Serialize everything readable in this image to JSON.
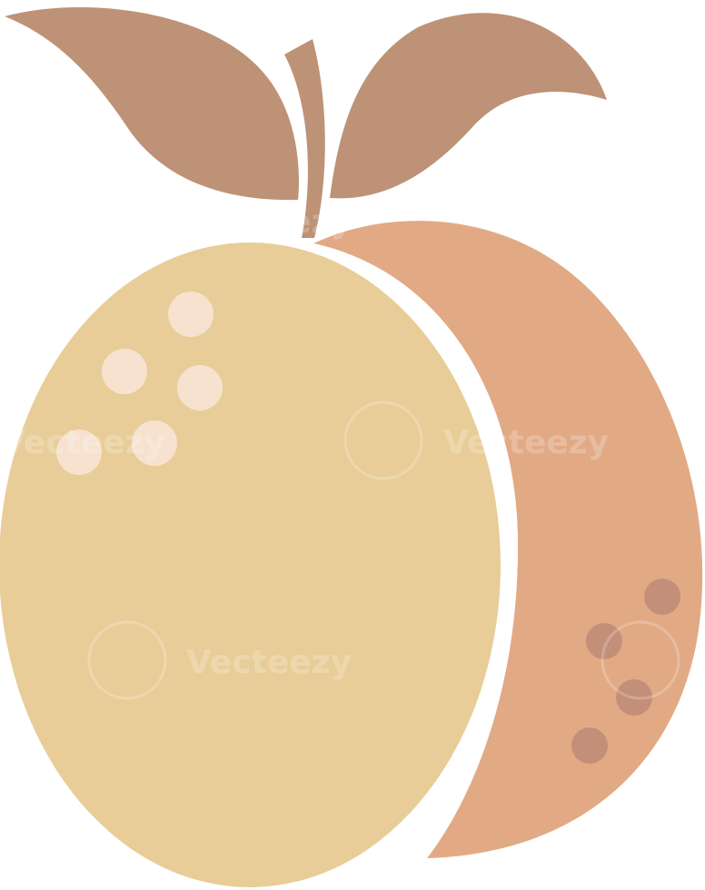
{
  "illustration": {
    "subject": "apricot",
    "colors": {
      "background": "#ffffff",
      "leaf": "#bd9277",
      "stem": "#bd9277",
      "front_body": "#e8cd98",
      "back_body": "#e1aa85",
      "highlight_spots": "#f7e2cf",
      "shadow_spots": "#c38f79"
    },
    "highlight_spot_count": 5,
    "shadow_spot_count": 4
  },
  "watermark": {
    "text": "Vecteezy",
    "logo_glyph": "V",
    "icon": "vecteezy-logo-icon"
  }
}
